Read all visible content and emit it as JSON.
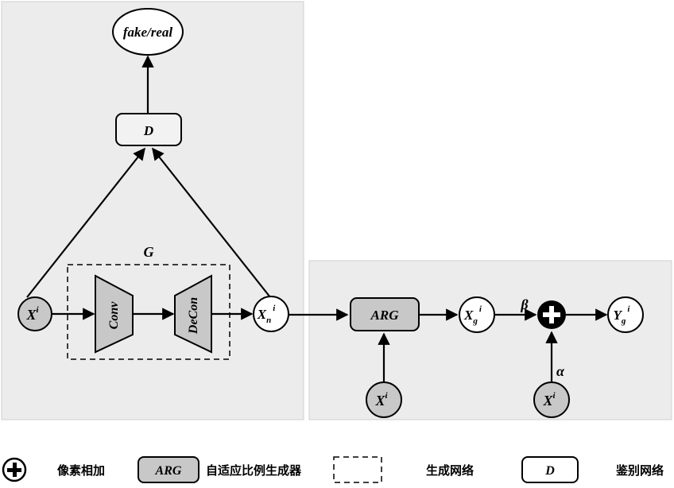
{
  "diagram": {
    "nodes": {
      "fake_real": "fake/real",
      "d_box": "D",
      "g_label": "G",
      "conv": "Conv",
      "deconv": "DeCon",
      "x_input": {
        "base": "X",
        "sup": "i"
      },
      "x_noise": {
        "base": "X",
        "sub": "n",
        "sup": "i"
      },
      "arg_box": "ARG",
      "x_gen": {
        "base": "X",
        "sub": "g",
        "sup": "i"
      },
      "x_arg_input": {
        "base": "X",
        "sup": "i"
      },
      "x_alpha_input": {
        "base": "X",
        "sup": "i"
      },
      "y_out": {
        "base": "Y",
        "sub": "g",
        "sup": "i"
      },
      "beta": "β",
      "alpha": "α"
    },
    "colors": {
      "panel_fill": "#ececec",
      "panel_stroke": "#bdbdbd",
      "node_gray": "#c8c8c8",
      "box_fill": "#f2f2f2",
      "stroke": "#000000"
    }
  },
  "legend": {
    "plus_label": "像素相加",
    "arg_symbol": "ARG",
    "arg_label": "自适应比例生成器",
    "dashed_label": "生成网络",
    "d_symbol": "D",
    "d_label": "鉴别网络"
  }
}
